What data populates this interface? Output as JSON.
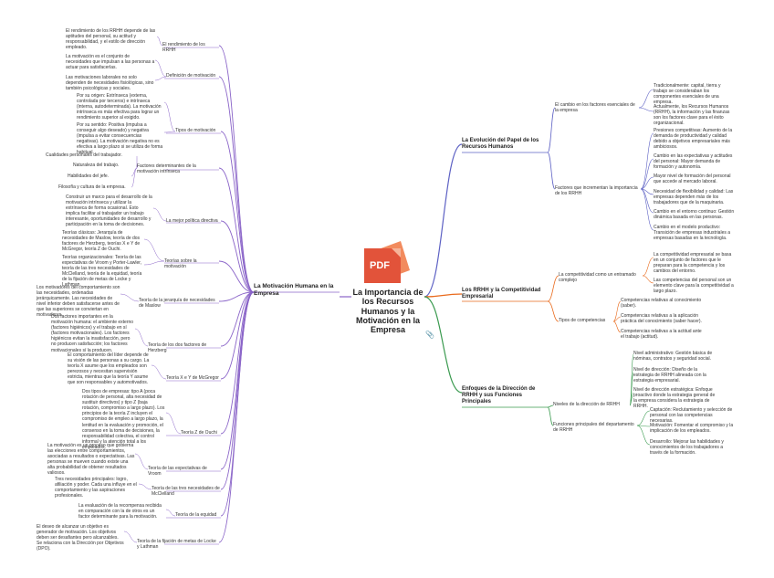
{
  "central": {
    "title": "La Importancia de los Recursos Humanos y la Motivación en la Empresa",
    "pdf_label": "PDF",
    "attachment_icon": "paperclip-icon",
    "pdf_icon": "pdf-document-icon"
  },
  "colors": {
    "left": "#8a64c8",
    "right_top": "#5d61c4",
    "right_mid": "#e96a1c",
    "right_bot": "#3a9a4f",
    "pdf_red": "#e2533a"
  },
  "left": {
    "title": "La Motivación Humana en la Empresa",
    "rendimiento": {
      "label": "El rendimiento de los RRHH",
      "desc": "El rendimiento de los RRHH depende de las aptitudes del personal, su actitud y responsabilidad, y el estilo de dirección empleado."
    },
    "definicion": {
      "label": "Definición de motivación",
      "d1": "La motivación es el conjunto de necesidades que impulsan a las personas a actuar para satisfacerlas.",
      "d2": "Las motivaciones laborales no solo dependen de necesidades fisiológicas, sino también psicológicas y sociales."
    },
    "tipos": {
      "label": "Tipos de motivación",
      "t1": "Por su origen: Extrínseca (externa, controlada por terceros) e intrínseca (interna, autodeterminada). La motivación intrínseca es más efectiva para lograr un rendimiento superior al exigido.",
      "t2": "Por su sentido: Positiva (impulsa a conseguir algo deseado) y negativa (impulsa a evitar consecuencias negativas). La motivación negativa no es efectiva a largo plazo si se utiliza de forma habitual."
    },
    "factores": {
      "label": "Factores determinantes de la motivación intrínseca",
      "items": [
        "Cualidades personales del trabajador.",
        "Naturaleza del trabajo.",
        "Habilidades del jefe.",
        "Filosofía y cultura de la empresa."
      ]
    },
    "politica": {
      "label": "La mejor política directiva",
      "desc": "Construir un marco para el desarrollo de la motivación intrínseca y utilizar la extrínseca de forma ocasional. Esto implica facilitar al trabajador un trabajo interesante, oportunidades de desarrollo y participación en la toma de decisiones."
    },
    "teorias": {
      "label": "Teorías sobre la motivación",
      "t1": "Teorías clásicas: Jerarquía de necesidades de Maslow, teoría de dos factores de Herzberg, teorías X e Y de McGregor, teoría Z de Ouchi.",
      "t2": "Teorías organizacionales: Teoría de las expectativas de Vroom y Porter-Lawler, teoría de las tres necesidades de McClelland, teoría de la equidad, teoría de la fijación de metas de Locke y Lathman."
    },
    "maslow": {
      "label": "Teoría de la jerarquía de necesidades de Maslow",
      "desc": "Los motivadores del comportamiento son las necesidades, ordenadas jerárquicamente. Las necesidades de nivel inferior deben satisfacerse antes de que las superiores se conviertan en motivadores."
    },
    "herzberg": {
      "label": "Teoría de los dos factores de Herzberg",
      "desc": "Dos factores importantes en la motivación humana: el ambiente externo (factores higiénicos) y el trabajo en sí (factores motivacionales). Los factores higiénicos evitan la insatisfacción, pero no producen satisfacción; los factores motivacionales sí la producen."
    },
    "mcgregor": {
      "label": "Teoría X e Y de McGregor",
      "desc": "El comportamiento del líder depende de su visión de las personas a su cargo. La teoría X asume que los empleados son perezosos y necesitan supervisión estricta, mientras que la teoría Y asume que son responsables y automotivados."
    },
    "ouchi": {
      "label": "Teoría Z de Ouchi",
      "desc": "Dos tipos de empresas: tipo A (poca rotación de personal, alta necesidad de sustituir directivos) y tipo Z (baja rotación, compromiso a largo plazo). Los principios de la teoría Z incluyen el compromiso de empleo a largo plazo, la lentitud en la evaluación y promoción, el consenso en la toma de decisiones, la responsabilidad colectiva, el control informal y la atención total a los empleados."
    },
    "vroom": {
      "label": "Teoría de las expectativas de Vroom",
      "desc": "La motivación es un proceso que gobierna las elecciones entre comportamientos, asociadas a resultados o expectativas. Las personas se mueven cuando existe una alta probabilidad de obtener resultados valiosos."
    },
    "mcclelland": {
      "label": "Teoría de las tres necesidades de McClelland",
      "desc": "Tres necesidades principales: logro, afiliación y poder. Cada una influye en el comportamiento y las aspiraciones profesionales."
    },
    "equidad": {
      "label": "Teoría de la equidad",
      "desc": "La evaluación de la recompensa recibida en comparación con la de otros es un factor determinante para la motivación."
    },
    "locke": {
      "label": "Teoría de la fijación de metas de Locke y Lathman",
      "desc": "El deseo de alcanzar un objetivo es generador de motivación. Los objetivos deben ser desafiantes pero alcanzables. Se relaciona con la Dirección por Objetivos (DPO)."
    }
  },
  "right": {
    "evolucion": {
      "title": "La Evolución del Papel de los Recursos Humanos",
      "cambios": {
        "label": "El cambio en los factores esenciales de la empresa",
        "c1": "Tradicionalmente: capital, tierra y trabajo se consideraban los componentes esenciales de una empresa.",
        "c2": "Actualmente, los Recursos Humanos (RRHH), la información y las finanzas son los factores clave para el éxito organizacional."
      },
      "factores": {
        "label": "Factores que incrementan la importancia de los RRHH",
        "items": [
          "Presiones competitivas: Aumento de la demanda de productividad y calidad debido a objetivos empresariales más ambiciosos.",
          "Cambio en las expectativas y actitudes del personal: Mayor demanda de formación y autonomía.",
          "Mayor nivel de formación del personal que accede al mercado laboral.",
          "Necesidad de flexibilidad y calidad: Las empresas dependen más de los trabajadores que de la maquinaria.",
          "Cambio en el entorno continuo: Gestión dinámica basada en las personas.",
          "Cambio en el modelo productivo: Transición de empresas industriales a empresas basadas en la tecnología."
        ]
      }
    },
    "competitividad": {
      "title": "Los RRHH y la Competitividad Empresarial",
      "ventaja": {
        "label": "La competitividad como un entramado complejo",
        "v1": "La competitividad empresarial se basa en un conjunto de factores que le preparan para la competencia y los cambios del entorno.",
        "v2": "Las competencias del personal son un elemento clave para la competitividad a largo plazo."
      },
      "tipos": {
        "label": "Tipos de competencias",
        "items": [
          "Competencias relativas al conocimiento (saber).",
          "Competencias relativas a la aplicación práctica del conocimiento (saber hacer).",
          "Competencias relativas a la actitud ante el trabajo (actitud)."
        ]
      }
    },
    "enfoques": {
      "title": "Enfoques de la Dirección de RRHH y sus Funciones Principales",
      "niveles": {
        "label": "Niveles de la dirección de RRHH",
        "items": [
          "Nivel administrativo: Gestión básica de nóminas, contratos y seguridad social.",
          "Nivel de dirección: Diseño de la estrategia de RRHH alineada con la estrategia empresarial.",
          "Nivel de dirección estratégica: Enfoque proactivo donde la estrategia general de la empresa considera la estrategia de RRHH."
        ]
      },
      "funciones": {
        "label": "Funciones principales del departamento de RRHH",
        "items": [
          "Captación: Reclutamiento y selección de personal con las competencias necesarias.",
          "Motivación: Fomentar el compromiso y la implicación de los empleados.",
          "Desarrollo: Mejorar las habilidades y conocimientos de los trabajadores a través de la formación."
        ]
      }
    }
  }
}
